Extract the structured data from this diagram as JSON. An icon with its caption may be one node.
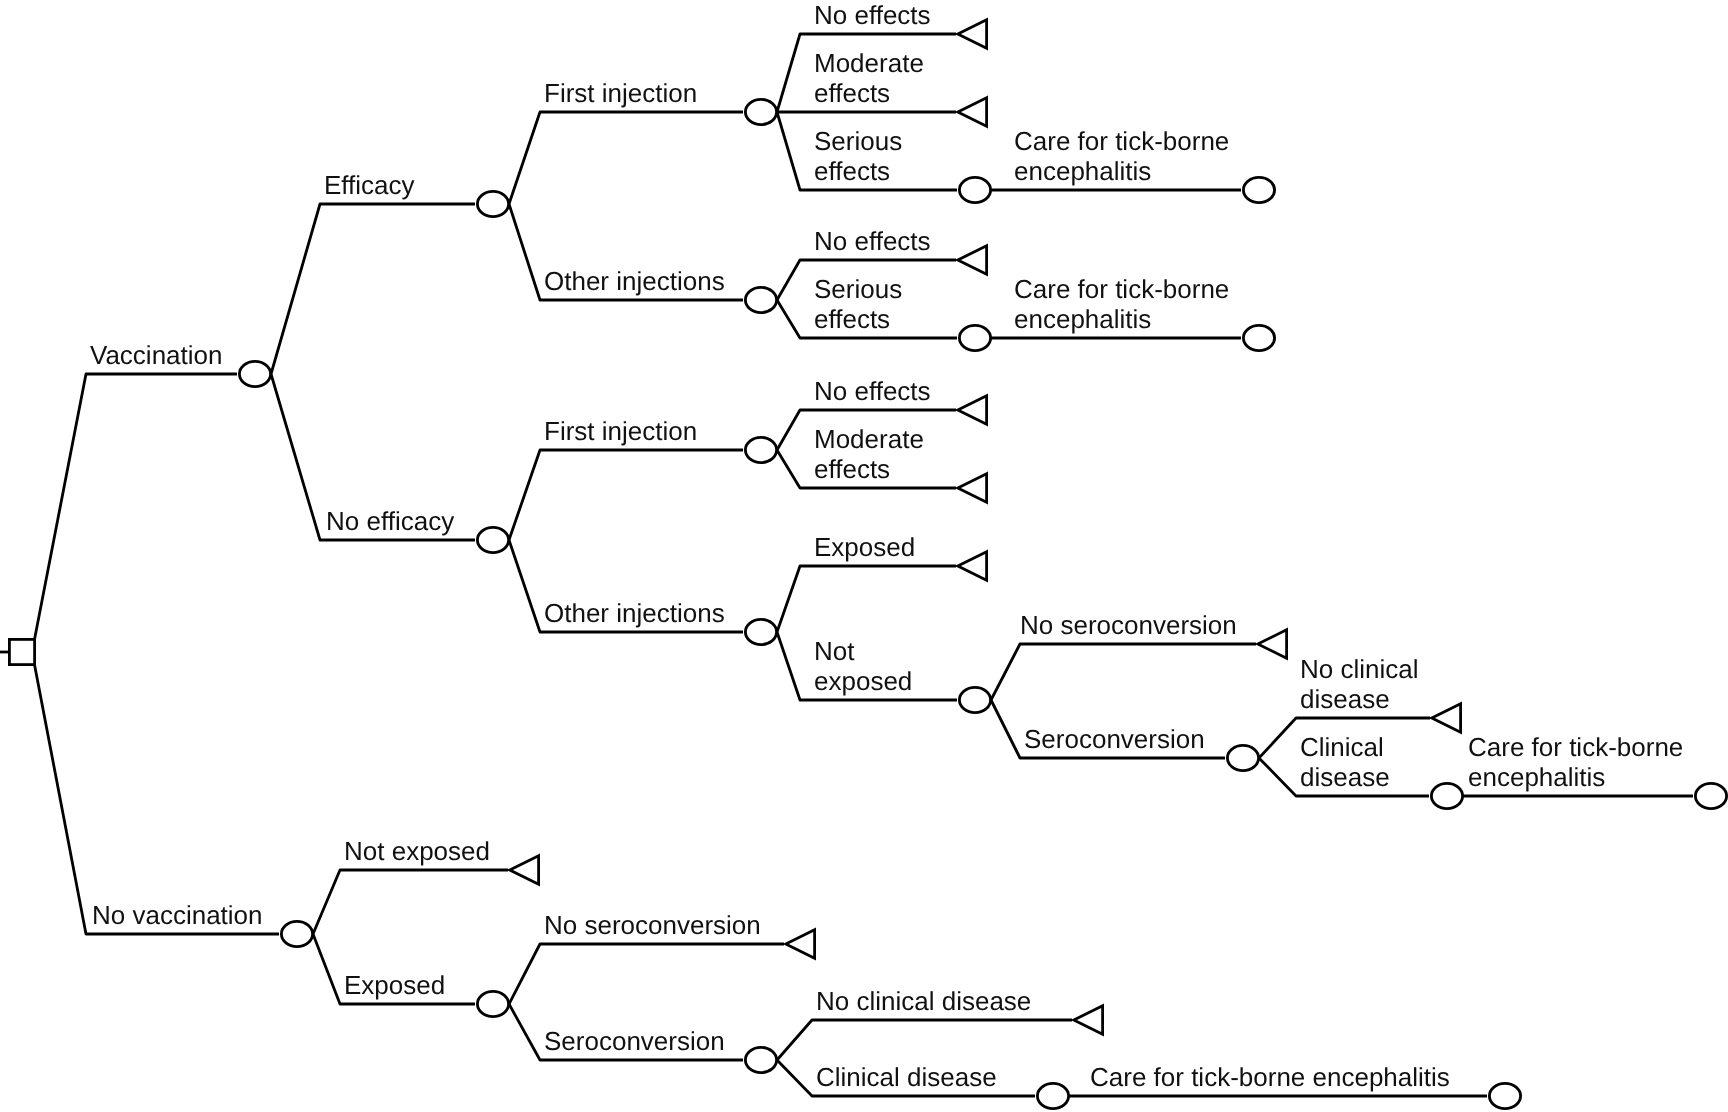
{
  "diagram": {
    "nodes": [
      {
        "text": [],
        "shape": "box"
      },
      {
        "text": [],
        "shape": "circle"
      },
      {
        "text": [],
        "shape": "circle"
      },
      {
        "text": [],
        "shape": "circle"
      },
      {
        "text": [],
        "shape": "triangle"
      },
      {
        "text": [],
        "shape": "triangle"
      },
      {
        "text": [],
        "shape": "circle"
      },
      {
        "text": [],
        "shape": "circle"
      },
      {
        "text": [],
        "shape": "circle"
      },
      {
        "text": [],
        "shape": "triangle"
      },
      {
        "text": [],
        "shape": "circle"
      },
      {
        "text": [],
        "shape": "circle"
      },
      {
        "text": [],
        "shape": "circle"
      },
      {
        "text": [],
        "shape": "circle"
      },
      {
        "text": [],
        "shape": "triangle"
      },
      {
        "text": [],
        "shape": "triangle"
      },
      {
        "text": [],
        "shape": "circle"
      },
      {
        "text": [],
        "shape": "triangle"
      },
      {
        "text": [],
        "shape": "circle"
      },
      {
        "text": [],
        "shape": "triangle"
      },
      {
        "text": [],
        "shape": "circle"
      },
      {
        "text": [],
        "shape": "triangle"
      },
      {
        "text": [],
        "shape": "circle"
      },
      {
        "text": [],
        "shape": "circle"
      },
      {
        "text": [],
        "shape": "circle"
      },
      {
        "text": [],
        "shape": "triangle"
      },
      {
        "text": [],
        "shape": "circle"
      },
      {
        "text": [],
        "shape": "triangle"
      },
      {
        "text": [],
        "shape": "circle"
      },
      {
        "text": [],
        "shape": "triangle"
      },
      {
        "text": [],
        "shape": "circle"
      },
      {
        "text": [],
        "shape": "circle"
      }
    ],
    "edges": [
      {
        "from": 0,
        "to": 1,
        "arrow": "none",
        "label": "Vaccination"
      },
      {
        "from": 1,
        "to": 2,
        "arrow": "none",
        "label": "Efficacy"
      },
      {
        "from": 2,
        "to": 3,
        "arrow": "none",
        "label": "First injection"
      },
      {
        "from": 3,
        "to": 4,
        "arrow": "none",
        "label": "No effects"
      },
      {
        "from": 3,
        "to": 5,
        "arrow": "none",
        "label": "Moderate effects"
      },
      {
        "from": 3,
        "to": 6,
        "arrow": "none",
        "label": "Serious effects"
      },
      {
        "from": 6,
        "to": 7,
        "arrow": "none",
        "label": "Care for tick-borne encephalitis"
      },
      {
        "from": 2,
        "to": 8,
        "arrow": "none",
        "label": "Other injections"
      },
      {
        "from": 8,
        "to": 9,
        "arrow": "none",
        "label": "No effects"
      },
      {
        "from": 8,
        "to": 10,
        "arrow": "none",
        "label": "Serious effects"
      },
      {
        "from": 10,
        "to": 11,
        "arrow": "none",
        "label": "Care for tick-borne encephalitis"
      },
      {
        "from": 1,
        "to": 12,
        "arrow": "none",
        "label": "No efficacy"
      },
      {
        "from": 12,
        "to": 13,
        "arrow": "none",
        "label": "First injection"
      },
      {
        "from": 13,
        "to": 14,
        "arrow": "none",
        "label": "No effects"
      },
      {
        "from": 13,
        "to": 15,
        "arrow": "none",
        "label": "Moderate effects"
      },
      {
        "from": 12,
        "to": 16,
        "arrow": "none",
        "label": "Other injections"
      },
      {
        "from": 16,
        "to": 17,
        "arrow": "none",
        "label": "Exposed"
      },
      {
        "from": 16,
        "to": 18,
        "arrow": "none",
        "label": "Not exposed"
      },
      {
        "from": 18,
        "to": 19,
        "arrow": "none",
        "label": "No seroconversion"
      },
      {
        "from": 18,
        "to": 20,
        "arrow": "none",
        "label": "Seroconversion"
      },
      {
        "from": 20,
        "to": 21,
        "arrow": "none",
        "label": "No clinical disease"
      },
      {
        "from": 20,
        "to": 22,
        "arrow": "none",
        "label": "Clinical disease"
      },
      {
        "from": 22,
        "to": 23,
        "arrow": "none",
        "label": "Care for tick-borne encephalitis"
      },
      {
        "from": 0,
        "to": 24,
        "arrow": "none",
        "label": "No vaccination"
      },
      {
        "from": 24,
        "to": 25,
        "arrow": "none",
        "label": "Not exposed"
      },
      {
        "from": 24,
        "to": 26,
        "arrow": "none",
        "label": "Exposed"
      },
      {
        "from": 26,
        "to": 27,
        "arrow": "none",
        "label": "No seroconversion"
      },
      {
        "from": 26,
        "to": 28,
        "arrow": "none",
        "label": "Seroconversion"
      },
      {
        "from": 28,
        "to": 29,
        "arrow": "none",
        "label": "No clinical disease"
      },
      {
        "from": 28,
        "to": 30,
        "arrow": "none",
        "label": "Clinical disease"
      },
      {
        "from": 30,
        "to": 31,
        "arrow": "none",
        "label": "Care for tick-borne encephalitis"
      }
    ]
  }
}
